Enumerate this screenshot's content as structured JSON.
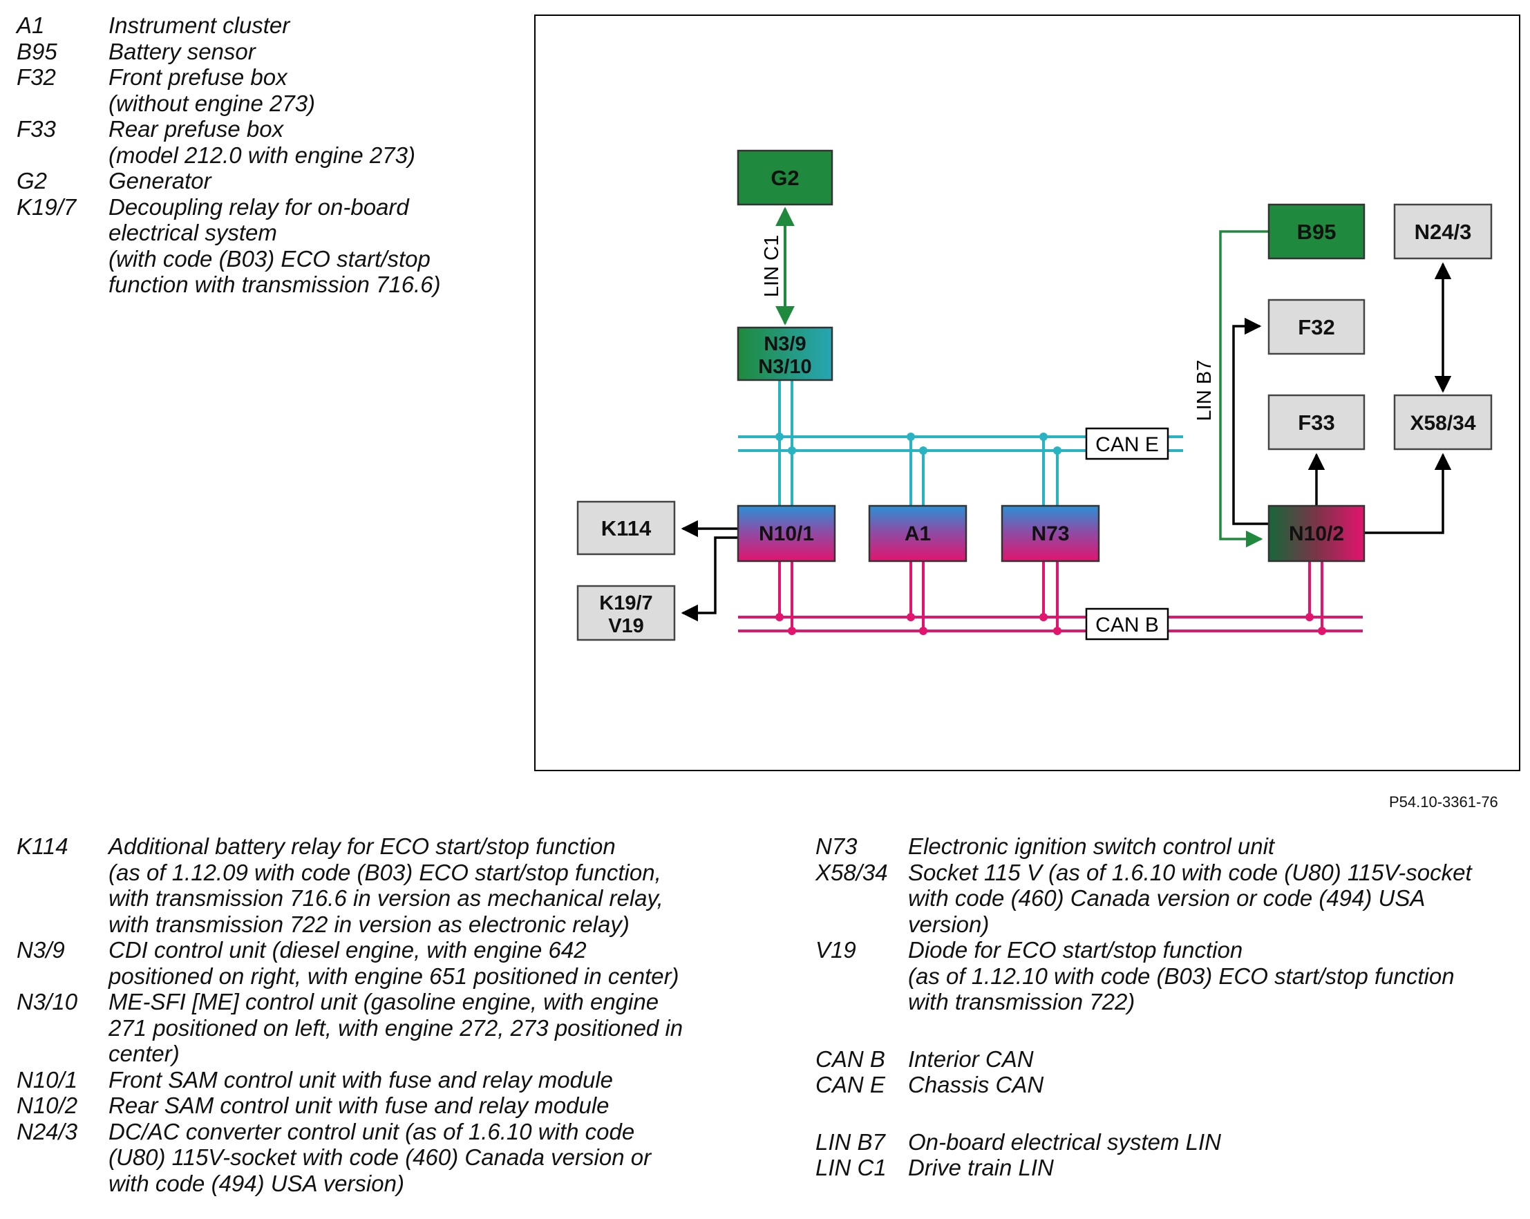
{
  "legend_top": [
    {
      "code": "A1",
      "desc": "Instrument cluster"
    },
    {
      "code": "B95",
      "desc": "Battery sensor"
    },
    {
      "code": "F32",
      "desc": "Front prefuse box\n(without engine 273)"
    },
    {
      "code": "F33",
      "desc": "Rear prefuse box\n(model 212.0 with engine 273)"
    },
    {
      "code": "G2",
      "desc": "Generator"
    },
    {
      "code": "K19/7",
      "desc": "Decoupling relay for on-board\nelectrical system\n(with code (B03) ECO start/stop\nfunction with transmission 716.6)"
    }
  ],
  "legend_bottom_left": [
    {
      "code": "K114",
      "desc": "Additional battery relay for ECO start/stop function\n(as of 1.12.09 with code (B03) ECO start/stop function,\nwith transmission 716.6 in version as mechanical relay,\nwith transmission 722 in version as electronic relay)"
    },
    {
      "code": "N3/9",
      "desc": "CDI control unit (diesel engine, with engine 642\npositioned on right, with engine 651 positioned in center)"
    },
    {
      "code": "N3/10",
      "desc": "ME-SFI [ME] control unit (gasoline engine, with engine\n271 positioned on left, with engine 272, 273 positioned in\ncenter)"
    },
    {
      "code": "N10/1",
      "desc": "Front SAM control unit with fuse and relay module"
    },
    {
      "code": "N10/2",
      "desc": "Rear SAM control unit with fuse and relay module"
    },
    {
      "code": "N24/3",
      "desc": "DC/AC converter control unit (as of 1.6.10 with code\n(U80) 115V-socket with code (460) Canada version or\nwith code (494) USA version)"
    }
  ],
  "legend_bottom_right_units": [
    {
      "code": "N73",
      "desc": "Electronic ignition switch control unit"
    },
    {
      "code": "X58/34",
      "desc": "Socket 115 V (as of 1.6.10 with code (U80) 115V-socket\nwith code (460) Canada version or code (494) USA\nversion)"
    },
    {
      "code": "V19",
      "desc": "Diode for ECO start/stop function\n(as of 1.12.10 with code (B03) ECO start/stop function\nwith transmission 722)"
    }
  ],
  "legend_bottom_right_can": [
    {
      "code": "CAN B",
      "desc": "Interior CAN"
    },
    {
      "code": "CAN E",
      "desc": "Chassis CAN"
    }
  ],
  "legend_bottom_right_lin": [
    {
      "code": "LIN B7",
      "desc": "On-board electrical system LIN"
    },
    {
      "code": "LIN C1",
      "desc": "Drive train LIN"
    }
  ],
  "figure_ref": "P54.10-3361-76",
  "diagram": {
    "boxes": {
      "g2": "G2",
      "n3": [
        "N3/9",
        "N3/10"
      ],
      "k114": "K114",
      "k19": [
        "K19/7",
        "V19"
      ],
      "n10_1": "N10/1",
      "a1": "A1",
      "n73": "N73",
      "b95": "B95",
      "n24_3": "N24/3",
      "f32": "F32",
      "f33": "F33",
      "x58_34": "X58/34",
      "n10_2": "N10/2"
    },
    "bus_labels": {
      "can_e": "CAN E",
      "can_b": "CAN B",
      "lin_c1": "LIN C1",
      "lin_b7": "LIN B7"
    },
    "colors": {
      "green": "#1f8a3d",
      "dark_green": "#16673a",
      "cyan": "#27b3c2",
      "magenta": "#e2146e",
      "grey_box": "#dcdcdc",
      "blue_top": "#2c90d6"
    }
  }
}
